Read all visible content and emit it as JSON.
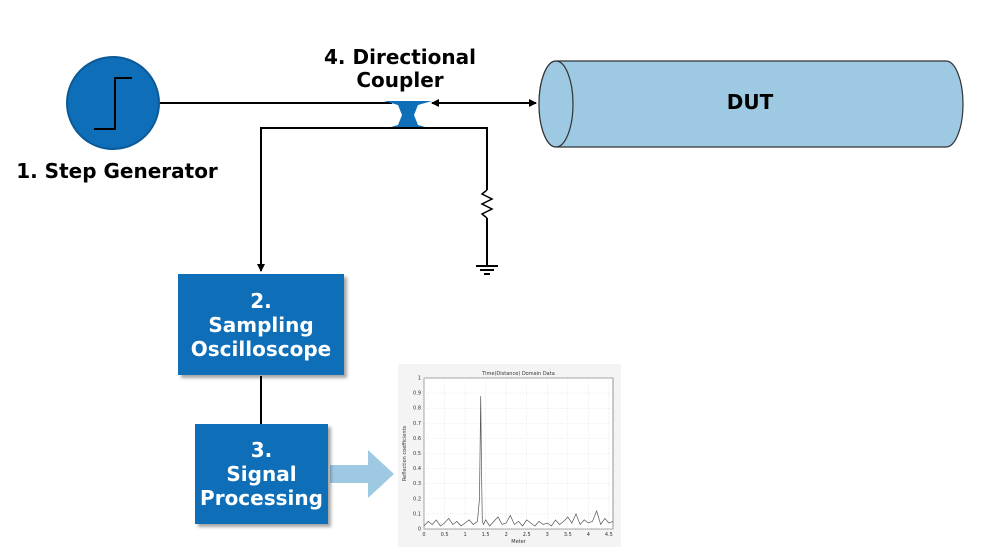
{
  "labels": {
    "step_generator": "1. Step Generator",
    "coupler_line1": "4. Directional",
    "coupler_line2": "Coupler",
    "dut": "DUT"
  },
  "boxes": {
    "oscilloscope": [
      "2.",
      "Sampling",
      "Oscilloscope"
    ],
    "signal_processing": [
      "3.",
      "Signal",
      "Processing"
    ]
  },
  "colors": {
    "block_blue": "#0e6eb8",
    "dut_fill": "#9ec9e3",
    "arrow_light": "#9ec9e3"
  },
  "chart_data": {
    "type": "line",
    "title": "Time(Distance) Domain Data",
    "xlabel": "Meter",
    "ylabel": "Reflection coefficients",
    "xlim": [
      0,
      4.6
    ],
    "ylim": [
      0,
      1
    ],
    "xticks": [
      "0",
      "0.5",
      "1",
      "1.5",
      "2",
      "2.5",
      "3",
      "3.5",
      "4",
      "4.5"
    ],
    "yticks": [
      "0",
      "0.1",
      "0.2",
      "0.3",
      "0.4",
      "0.5",
      "0.6",
      "0.7",
      "0.8",
      "0.9",
      "1"
    ],
    "grid": true,
    "x": [
      0,
      0.1,
      0.2,
      0.3,
      0.4,
      0.5,
      0.6,
      0.7,
      0.8,
      0.9,
      1.0,
      1.1,
      1.2,
      1.3,
      1.35,
      1.38,
      1.4,
      1.42,
      1.45,
      1.5,
      1.6,
      1.7,
      1.8,
      1.9,
      2.0,
      2.1,
      2.2,
      2.3,
      2.4,
      2.5,
      2.6,
      2.7,
      2.8,
      2.9,
      3.0,
      3.1,
      3.2,
      3.3,
      3.4,
      3.5,
      3.6,
      3.7,
      3.8,
      3.9,
      4.0,
      4.1,
      4.2,
      4.3,
      4.4,
      4.5,
      4.6
    ],
    "y": [
      0.02,
      0.05,
      0.03,
      0.06,
      0.02,
      0.04,
      0.07,
      0.03,
      0.05,
      0.02,
      0.04,
      0.06,
      0.03,
      0.05,
      0.2,
      0.88,
      0.4,
      0.05,
      0.03,
      0.06,
      0.02,
      0.05,
      0.08,
      0.03,
      0.04,
      0.09,
      0.03,
      0.05,
      0.02,
      0.06,
      0.04,
      0.02,
      0.05,
      0.03,
      0.04,
      0.02,
      0.06,
      0.03,
      0.05,
      0.08,
      0.04,
      0.1,
      0.03,
      0.06,
      0.04,
      0.05,
      0.12,
      0.03,
      0.07,
      0.04,
      0.05
    ]
  }
}
